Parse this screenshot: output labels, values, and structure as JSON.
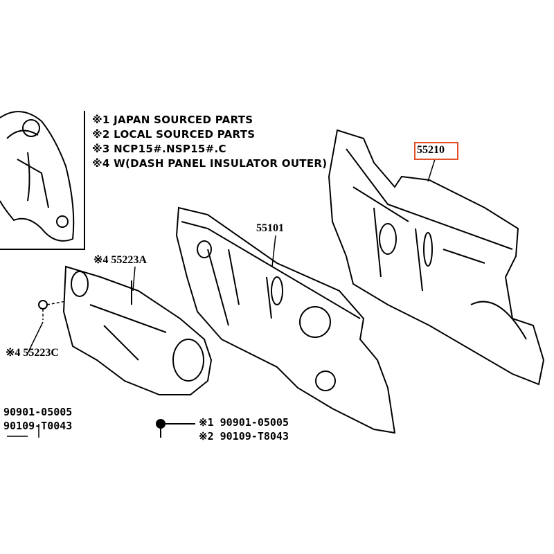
{
  "notes": [
    "※1 JAPAN SOURCED PARTS",
    "※2 LOCAL SOURCED PARTS",
    "※3 NCP15#.NSP15#.C",
    "※4 W(DASH PANEL INSULATOR OUTER)"
  ],
  "parts": {
    "p55210": "55210",
    "p55101": "55101",
    "p55223a": "※4 55223A",
    "p55223c": "※4 55223C",
    "left_bolt_1": "90901-05005",
    "left_bolt_2": "90109-T0043",
    "bottom_bolt_1": "※1 90901-05005",
    "bottom_bolt_2": "※2 90109-T8043"
  },
  "highlight_color": "#e0502a"
}
